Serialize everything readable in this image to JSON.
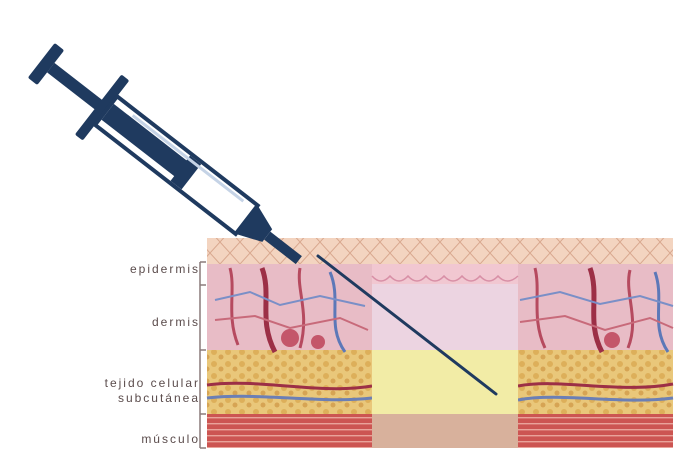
{
  "labels": {
    "epidermis": "epidermis",
    "dermis": "dermis",
    "subcutaneous_line1": "tejido celular",
    "subcutaneous_line2": "subcutánea",
    "muscle": "músculo"
  },
  "colors": {
    "syringe_navy": "#1f3a5f",
    "epidermis_top": "#f2d0bb",
    "dermis_pink": "#e7bcc8",
    "injection_dermis": "#ecd3e0",
    "subcutaneous_fat": "#eccf82",
    "injection_subcutaneous": "#f1eba5",
    "muscle_red": "#c9504f",
    "injection_muscle": "#d9b09a"
  }
}
